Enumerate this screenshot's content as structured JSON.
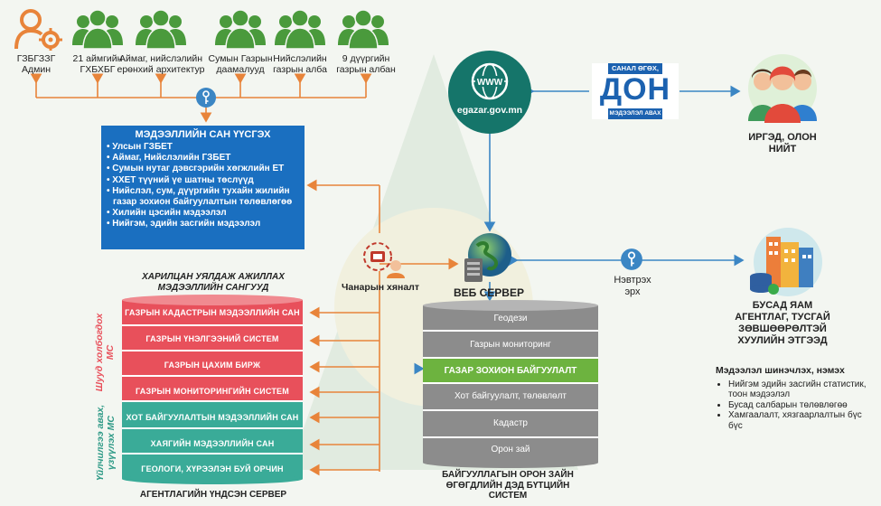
{
  "users": [
    {
      "label_l1": "ГЗБГЗЗГ",
      "label_l2": "Админ",
      "icon": "admin-gear-icon"
    },
    {
      "label_l1": "21 аймгийн",
      "label_l2": "ГХБХБГ",
      "icon": "users-group-icon"
    },
    {
      "label_l1": "Аймаг, нийслэлийн",
      "label_l2": "ерөнхий архитектур",
      "icon": "users-group-icon"
    },
    {
      "label_l1": "Сумын Газрын",
      "label_l2": "даамалууд",
      "icon": "users-group-icon"
    },
    {
      "label_l1": "Нийслэлийн",
      "label_l2": "газрын алба",
      "icon": "users-group-icon"
    },
    {
      "label_l1": "9 дүүргийн",
      "label_l2": "газрын албан",
      "icon": "users-group-icon"
    }
  ],
  "info_box": {
    "title": "МЭДЭЭЛЛИЙН САН ҮҮСГЭХ",
    "items": [
      "• Улсын ГЗБЕТ",
      "• Аймаг, Нийслэлийн ГЗБЕТ",
      "• Сумын нутаг дэвсгэрийн хөгжлийн ЕТ",
      "• ХХЕТ түүний үе шатны төслүүд",
      "• Нийслэл, сум, дүүргийн тухайн жилийн газар зохион байгуулалтын төлөвлөгөө",
      "• Хилийн цэсийн мэдээлэл",
      "• Нийгэм, эдийн засгийн мэдээлэл"
    ]
  },
  "egazar": {
    "domain": "egazar.gov.mn",
    "icon_text": "WWW"
  },
  "don": {
    "top": "САНАЛ ӨГӨХ,",
    "logo": "ДОН",
    "bottom": "МЭДЭЭЛЭЛ АВАХ"
  },
  "citizens": {
    "label_l1": "ИРГЭД, ОЛОН",
    "label_l2": "НИЙТ"
  },
  "quality": {
    "label": "Чанарын хяналт"
  },
  "web_server": {
    "label": "ВЕБ СЕРВЕР"
  },
  "access": {
    "label_l1": "Нэвтрэх",
    "label_l2": "эрх"
  },
  "other_orgs": {
    "l1": "БУСАД ЯАМ",
    "l2": "АГЕНТЛАГ, ТУСГАЙ",
    "l3": "ЗӨВШӨӨРӨЛТЭЙ",
    "l4": "ХУУЛИЙН ЭТГЭЭД"
  },
  "right_list": {
    "title": "Мэдээлэл шинэчлэх, нэмэх",
    "items": [
      "Нийгэм эдийн засгийн статистик, тоон мэдээлэл",
      "Бусад салбарын төлөвлөгөө",
      "Хамгаалалт, хязгаарлалтын бүс бүс"
    ]
  },
  "left_db": {
    "title_l1": "ХАРИЛЦАН УЯЛДАЖ АЖИЛЛАХ",
    "title_l2": "МЭДЭЭЛЛИЙН САНГУУД",
    "rows": [
      {
        "label": "ГАЗРЫН КАДАСТРЫН МЭДЭЭЛЛИЙН САН",
        "color": "#e8505b"
      },
      {
        "label": "ГАЗРЫН ҮНЭЛГЭЭНИЙ СИСТЕМ",
        "color": "#e8505b"
      },
      {
        "label": "ГАЗРЫН ЦАХИМ БИРЖ",
        "color": "#e8505b"
      },
      {
        "label": "ГАЗРЫН МОНИТОРИНГИЙН СИСТЕМ",
        "color": "#e8505b"
      },
      {
        "label": "ХОТ БАЙГУУЛАЛТЫН МЭДЭЭЛЛИЙН САН",
        "color": "#3aab98"
      },
      {
        "label": "ХАЯГИЙН МЭДЭЭЛЛИЙН САН",
        "color": "#3aab98"
      },
      {
        "label": "ГЕОЛОГИ, ХҮРЭЭЛЭН БУЙ ОРЧИН",
        "color": "#3aab98"
      }
    ],
    "footer": "АГЕНТЛАГИЙН ҮНДСЭН СЕРВЕР",
    "side_top_l1": "Шууд холбогдох",
    "side_top_l2": "МС",
    "side_bottom_l1": "Үйлчилгээ авах,",
    "side_bottom_l2": "үзүүлэх МС"
  },
  "right_db": {
    "rows": [
      {
        "label": "Геодези",
        "color": "#8c8c8c"
      },
      {
        "label": "Газрын мониторинг",
        "color": "#8c8c8c"
      },
      {
        "label": "ГАЗАР ЗОХИОН БАЙГУУЛАЛТ",
        "color": "#6db33f"
      },
      {
        "label": "Хот байгуулалт, төлөвлөлт",
        "color": "#8c8c8c"
      },
      {
        "label": "Кадастр",
        "color": "#8c8c8c"
      },
      {
        "label": "Орон зай",
        "color": "#8c8c8c"
      }
    ],
    "footer_l1": "БАЙГУУЛЛАГЫН ОРОН ЗАЙН",
    "footer_l2": "ӨГӨГДЛИЙН ДЭД БҮТЦИЙН",
    "footer_l3": "СИСТЕМ"
  },
  "colors": {
    "orange": "#e8843a",
    "blue": "#3b86c4",
    "info_bg": "#1a6fc0",
    "person": "#4a9a3c"
  }
}
